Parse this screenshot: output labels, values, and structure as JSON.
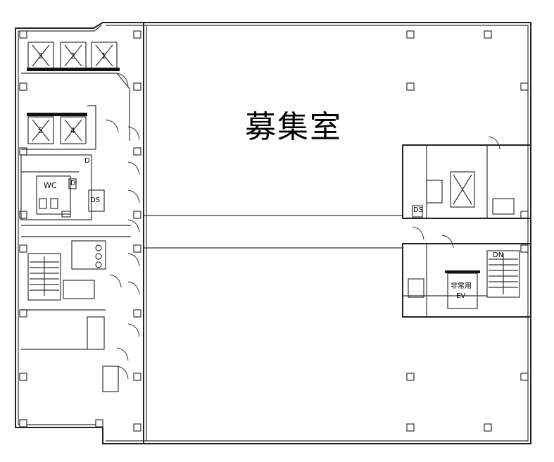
{
  "plan": {
    "title": "募集室",
    "labels": {
      "elevator_3": "3",
      "elevator_2": "2",
      "elevator_1": "1",
      "elevator_5": "5",
      "elevator_4": "4",
      "wc": "WC",
      "d1": "D",
      "d2": "D",
      "ds": "DS",
      "dn": "DN",
      "ds_right": "DS",
      "service_ev": "非常用",
      "service_ev2": "EV"
    }
  }
}
